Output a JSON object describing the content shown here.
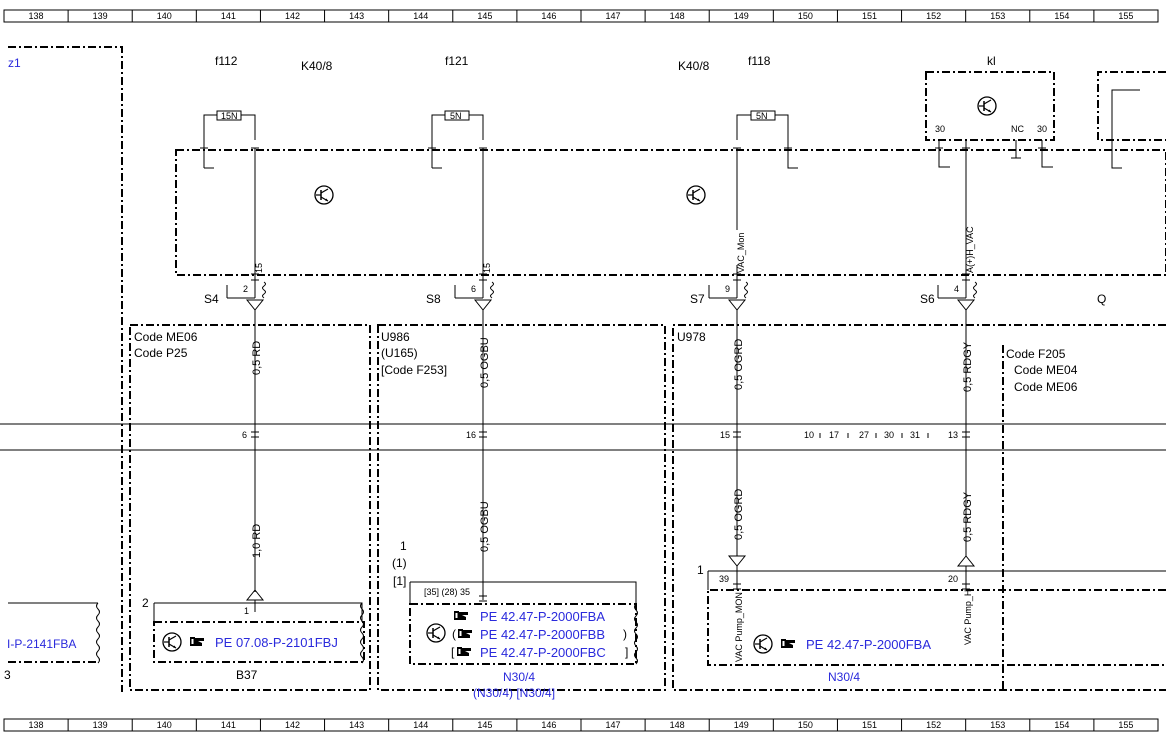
{
  "ruler": [
    "138",
    "139",
    "140",
    "141",
    "142",
    "143",
    "144",
    "145",
    "146",
    "147",
    "148",
    "149",
    "150",
    "151",
    "152",
    "153",
    "154",
    "155"
  ],
  "labels": {
    "z1": "z1",
    "f112": "f112",
    "k40_1": "K40/8",
    "f121": "f121",
    "k40_2": "K40/8",
    "f118": "f118",
    "kl": "kl",
    "s4": "S4",
    "s8": "S8",
    "s7": "S7",
    "s6": "S6",
    "q": "Q",
    "b37": "B37",
    "n30_1": "N30/4",
    "n30_1b": "(N30/4) [N30/4]",
    "n30_2": "N30/4"
  },
  "fuses": {
    "f112": "15N",
    "f121": "5N",
    "f118": "5N"
  },
  "relay_pins": {
    "p30a": "30",
    "pnc": "NC",
    "p30b": "30"
  },
  "pins": {
    "c1_top": "15",
    "c1_num": "2",
    "c2_top": "15",
    "c2_num": "6",
    "c3_top": "VAC_Mon",
    "c3_num": "9",
    "c4_top": "A(+)H_VAC",
    "c4_num": "4",
    "bus_c1": "6",
    "bus_c2": "16",
    "bus_c3": "15",
    "bus_c4": "13",
    "bus_extra": [
      "10",
      "17",
      "27",
      "30",
      "31"
    ],
    "b37_pin": "1",
    "b37_side": "2",
    "n30_pins": "[35]  (28)  35",
    "n30_side1": "1",
    "n30_side2": "(1)",
    "n30_side3": "[1]",
    "n30b_39": "39",
    "n30b_20": "20",
    "n30b_side": "1",
    "vac_mon": "VAC Pump_MON",
    "vac_h": "VAC Pump_H"
  },
  "wires": {
    "c1_up": "0,5 RD",
    "c1_dn": "1,0 RD",
    "c2_up": "0,5 OGBU",
    "c2_dn": "0,5 OGBU",
    "c3_up": "0,5 OGRD",
    "c3_dn": "0,5 OGRD",
    "c4_up": "0,5 RDGY",
    "c4_dn": "0,5 RDGY"
  },
  "codes": {
    "b1": [
      "Code ME06",
      "Code P25"
    ],
    "b2": [
      "U986",
      "(U165)",
      "[Code F253]"
    ],
    "b3": [
      "U978"
    ],
    "b4": [
      "Code F205",
      "Code ME04",
      "Code ME06"
    ]
  },
  "refs": {
    "left_ref": "I-P-2141FBA",
    "b37_ref": "PE 07.08-P-2101FBJ",
    "n30_ref1": "PE 42.47-P-2000FBA",
    "n30_ref2": "PE 42.47-P-2000FBB",
    "n30_ref3": "PE 42.47-P-2000FBC",
    "n30b_ref": "PE 42.47-P-2000FBA",
    "left_tail": "3",
    "paren_open": "(",
    "paren_close": ")",
    "brk_open": "[",
    "brk_close": "]"
  },
  "colors": {
    "line": "#000000",
    "ref_text": "#2a2adc"
  }
}
